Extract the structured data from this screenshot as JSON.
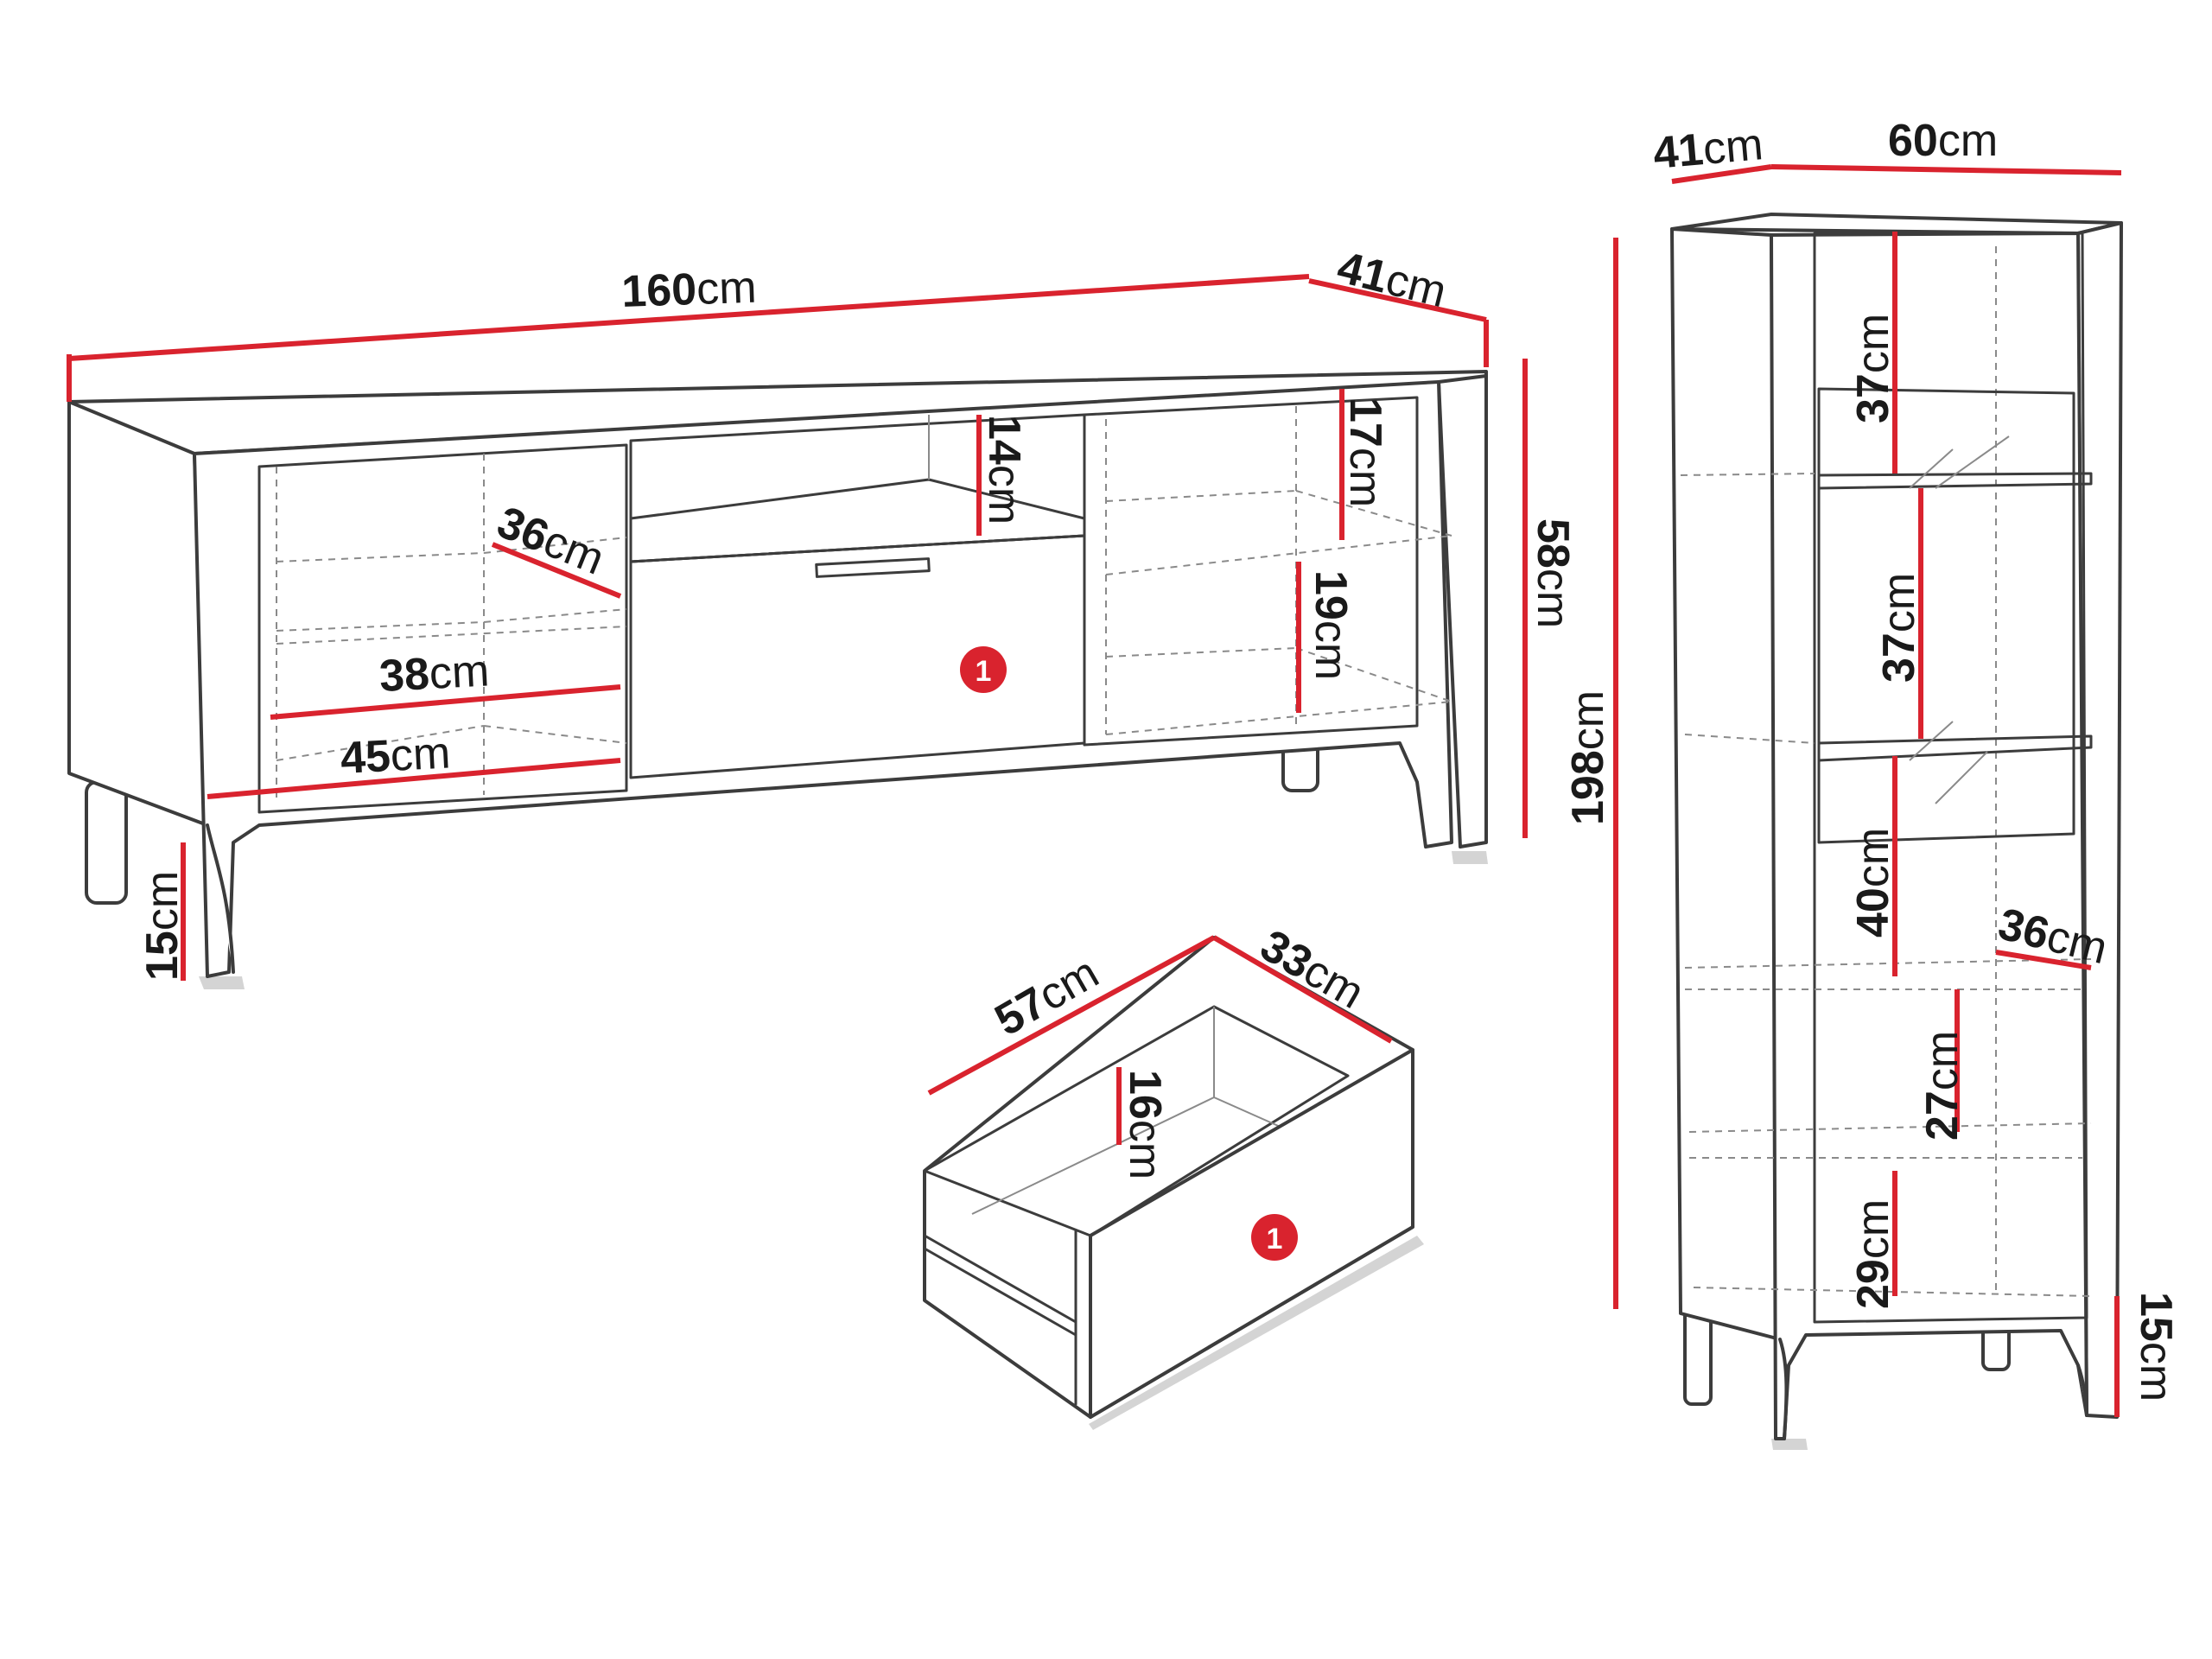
{
  "accent_color": "#d9232e",
  "tv_unit": {
    "width": {
      "num": "160",
      "unit": "cm"
    },
    "depth": {
      "num": "41",
      "unit": "cm"
    },
    "height": {
      "num": "58",
      "unit": "cm"
    },
    "leg_height": {
      "num": "15",
      "unit": "cm"
    },
    "shelf_depth": {
      "num": "36",
      "unit": "cm"
    },
    "inner_width_38": {
      "num": "38",
      "unit": "cm"
    },
    "inner_width_45": {
      "num": "45",
      "unit": "cm"
    },
    "open_shelf_height": {
      "num": "14",
      "unit": "cm"
    },
    "right_upper_height": {
      "num": "17",
      "unit": "cm"
    },
    "right_lower_height": {
      "num": "19",
      "unit": "cm"
    },
    "drawer_badge": "1"
  },
  "drawer": {
    "length": {
      "num": "57",
      "unit": "cm"
    },
    "width": {
      "num": "33",
      "unit": "cm"
    },
    "height": {
      "num": "16",
      "unit": "cm"
    },
    "badge": "1"
  },
  "cabinet": {
    "depth": {
      "num": "41",
      "unit": "cm"
    },
    "width": {
      "num": "60",
      "unit": "cm"
    },
    "height": {
      "num": "198",
      "unit": "cm"
    },
    "shelf_1": {
      "num": "37",
      "unit": "cm"
    },
    "shelf_2": {
      "num": "37",
      "unit": "cm"
    },
    "shelf_3": {
      "num": "40",
      "unit": "cm"
    },
    "shelf_depth": {
      "num": "36",
      "unit": "cm"
    },
    "shelf_4": {
      "num": "27",
      "unit": "cm"
    },
    "shelf_5": {
      "num": "29",
      "unit": "cm"
    },
    "leg_height": {
      "num": "15",
      "unit": "cm"
    }
  }
}
